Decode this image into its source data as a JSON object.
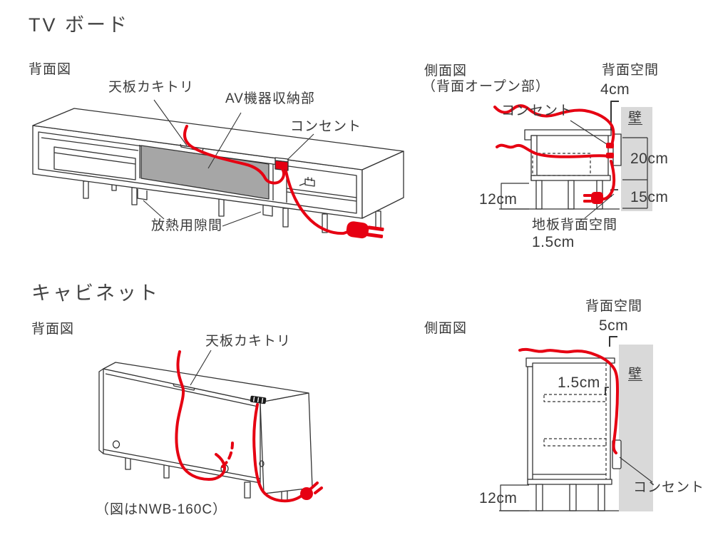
{
  "colors": {
    "line": "#333333",
    "text": "#3a3a3a",
    "red": "#e60012",
    "wall_gray": "#d9d9d9",
    "panel_gray": "#a6a6a6"
  },
  "tvboard": {
    "title": "TV ボード",
    "rear": {
      "view_label": "背面図",
      "top_cutout_label": "天板カキトリ",
      "av_storage_label": "AV機器収納部",
      "outlet_label": "コンセント",
      "vent_label": "放熱用隙間"
    },
    "side": {
      "view_label": "側面図",
      "view_sublabel": "（背面オープン部）",
      "rear_space_label": "背面空間",
      "rear_space_value": "4cm",
      "outlet_label": "コンセント",
      "wall_label": "壁",
      "open_height": "20cm",
      "bottom_height": "15cm",
      "leg_height": "12cm",
      "floor_rear_space_label": "地板背面空間",
      "floor_rear_space_value": "1.5cm"
    }
  },
  "cabinet": {
    "title": "キャビネット",
    "rear": {
      "view_label": "背面図",
      "top_cutout_label": "天板カキトリ",
      "caption": "（図はNWB-160C）"
    },
    "side": {
      "view_label": "側面図",
      "rear_space_label": "背面空間",
      "rear_space_value": "5cm",
      "wall_label": "壁",
      "back_gap_value": "1.5cm",
      "outlet_label": "コンセント",
      "leg_height": "12cm"
    }
  }
}
